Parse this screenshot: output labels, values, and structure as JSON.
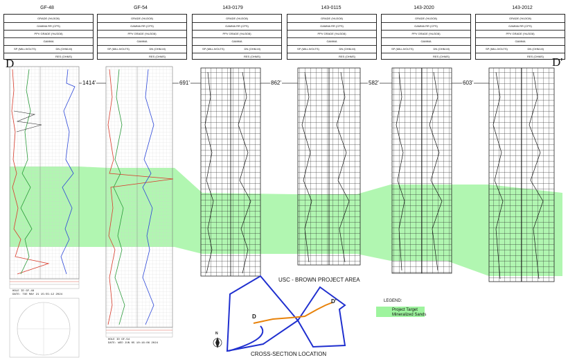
{
  "wells": [
    {
      "name": "GF-48",
      "dist_to_next": "1414'"
    },
    {
      "name": "GF-54",
      "dist_to_next": "691'"
    },
    {
      "name": "143-0179",
      "dist_to_next": "862'"
    },
    {
      "name": "143-0115",
      "dist_to_next": "582'"
    },
    {
      "name": "143-2020",
      "dist_to_next": "603'"
    },
    {
      "name": "143-2012",
      "dist_to_next": ""
    }
  ],
  "header_rows": {
    "grade": "GRADE (%U3O8)",
    "gamma_rr": "GAMMA RR (CPS)",
    "ppv_grade": "PPV GRADE (%U3O8)",
    "gamma": "GAMMA",
    "sp": "SP (MILLIVOLTS)",
    "dn": "DN (OHM-M)",
    "res": "RES (OHMS)"
  },
  "section_labels": {
    "start": "D",
    "end": "D'"
  },
  "map": {
    "title": "USC - BROWN PROJECT AREA",
    "caption": "CROSS-SECTION LOCATION",
    "start_label": "D",
    "end_label": "D'",
    "north": "N"
  },
  "legend": {
    "title": "LEGEND:",
    "item_line1": "Project Target",
    "item_line2": "Mineralized Sands"
  },
  "log_captions": {
    "gf48_well": "HOLE ID GF-48",
    "gf48_date": "DATE: TUE MAY 21 15:55:12 2024",
    "gf54_well": "HOLE ID GF-54",
    "gf54_date": "DATE: WED JUN 05 10:16:06 2024"
  },
  "colors": {
    "target_green": "#7df07d",
    "map_outline": "#1f2fcf",
    "section_line": "#e8820a"
  }
}
